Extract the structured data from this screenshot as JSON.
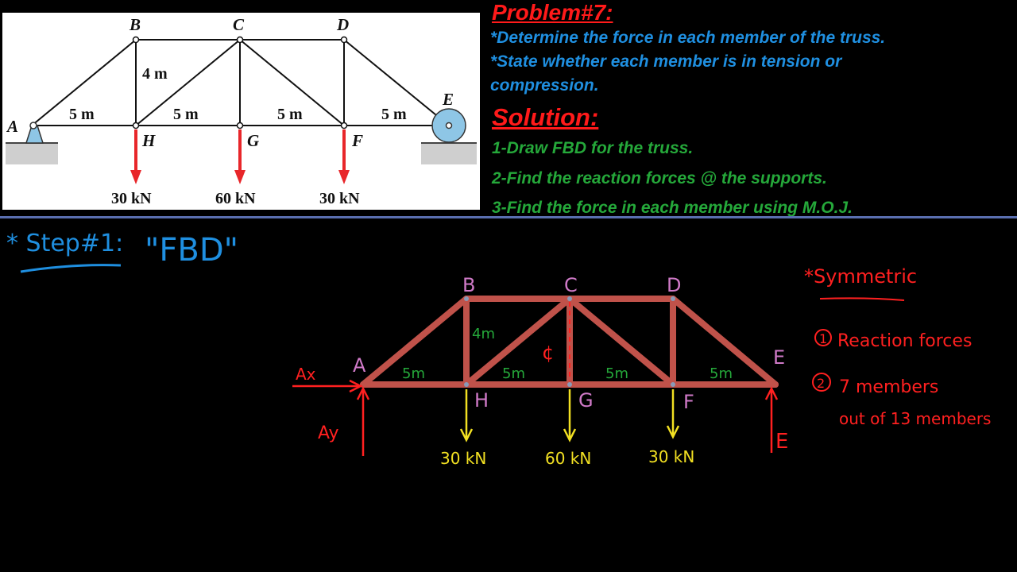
{
  "problem_figure": {
    "joints": {
      "A": "A",
      "B": "B",
      "C": "C",
      "D": "D",
      "E": "E",
      "F": "F",
      "G": "G",
      "H": "H"
    },
    "dims": {
      "bh": "4 m",
      "ah": "5 m",
      "hg": "5 m",
      "gf": "5 m",
      "fe": "5 m"
    },
    "loads": {
      "h": "30 kN",
      "g": "60 kN",
      "f": "30 kN"
    }
  },
  "problem_text": {
    "title": "Problem#7:",
    "line1": "*Determine the force in each member of the truss.",
    "line2": "*State whether each member is in tension or",
    "line3": "compression.",
    "solution_title": "Solution:",
    "step1": "1-Draw FBD for the truss.",
    "step2": "2-Find the reaction forces @ the supports.",
    "step3": "3-Find the force in each member using M.O.J."
  },
  "whiteboard": {
    "step_heading": "* Step#1:",
    "step_quote": "\"FBD\"",
    "fbd": {
      "joints": {
        "A": "A",
        "B": "B",
        "C": "C",
        "D": "D",
        "E": "E",
        "F": "F",
        "G": "G",
        "H": "H"
      },
      "dims": {
        "bh": "4m",
        "ah": "5m",
        "hg": "5m",
        "gf": "5m",
        "fe": "5m"
      },
      "center_mark": "¢",
      "reactions": {
        "ax": "Ax",
        "ay": "Ay",
        "e": "E"
      },
      "loads": {
        "h": "30 kN",
        "g": "60 kN",
        "f": "30 kN"
      }
    },
    "notes": {
      "symmetric": "*Symmetric",
      "item1_num": "1",
      "item1": "Reaction forces",
      "item2_num": "2",
      "item2_line1": "7 members",
      "item2_line2": "out of 13 members"
    }
  },
  "colors": {
    "truss_member": "#c0524a",
    "joint_label": "#d07ac8",
    "dimension": "#25a83a",
    "reaction": "#ff2020",
    "load": "#f2e022",
    "heading": "#1f8fe0",
    "divider": "#5a6fb0",
    "problem_red_arrow": "#e8262a"
  }
}
